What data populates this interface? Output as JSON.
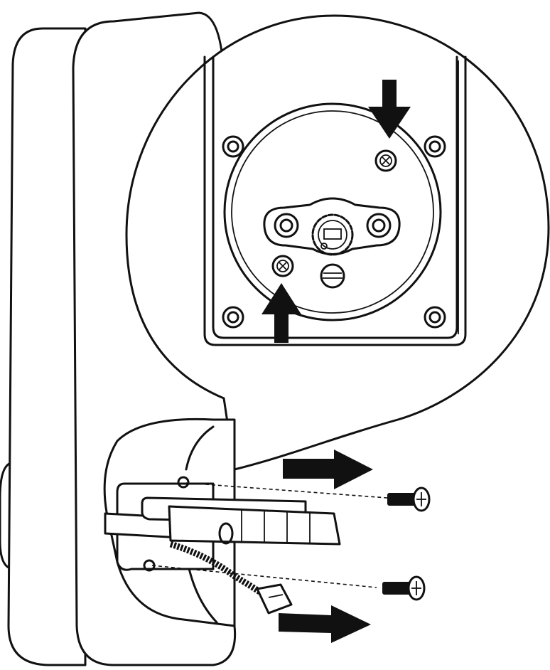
{
  "diagram": {
    "palette": {
      "stroke": "#111111",
      "fill": "#ffffff",
      "arrow": "#111111"
    },
    "arrows": [
      {
        "id": "down",
        "direction": "down"
      },
      {
        "id": "up",
        "direction": "up"
      },
      {
        "id": "right-top",
        "direction": "right"
      },
      {
        "id": "right-bottom",
        "direction": "right"
      }
    ],
    "screws_removed": 2,
    "mounting_screws_marked": 2
  }
}
